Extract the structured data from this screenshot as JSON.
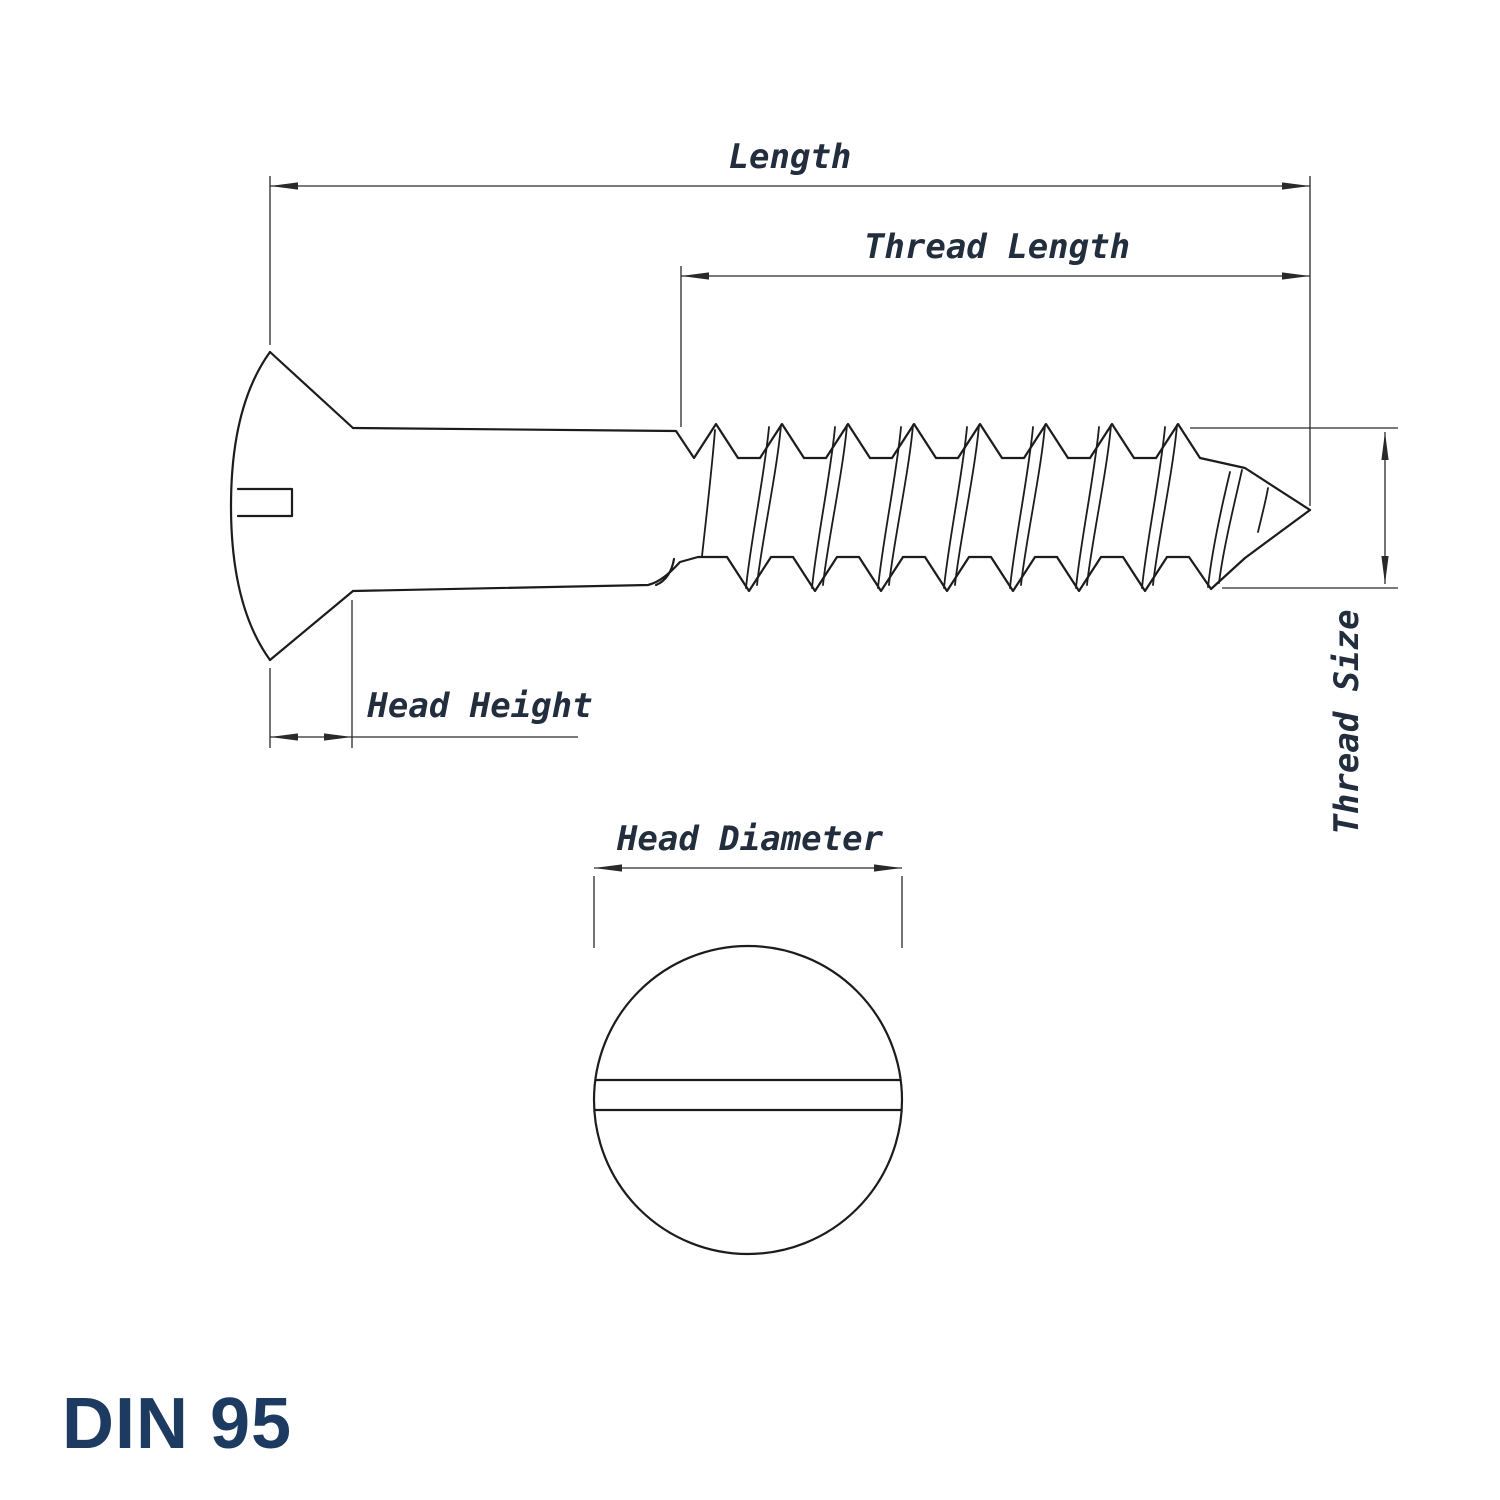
{
  "title": "DIN 95",
  "labels": {
    "length": "Length",
    "thread_length": "Thread Length",
    "thread_size": "Thread Size",
    "head_height": "Head Height",
    "head_diameter": "Head Diameter"
  },
  "colors": {
    "line": "#1c1c1c",
    "dimension": "#2a2a2a",
    "label_text": "#222e3e",
    "title_text": "#1d3b61",
    "background": "#ffffff"
  }
}
